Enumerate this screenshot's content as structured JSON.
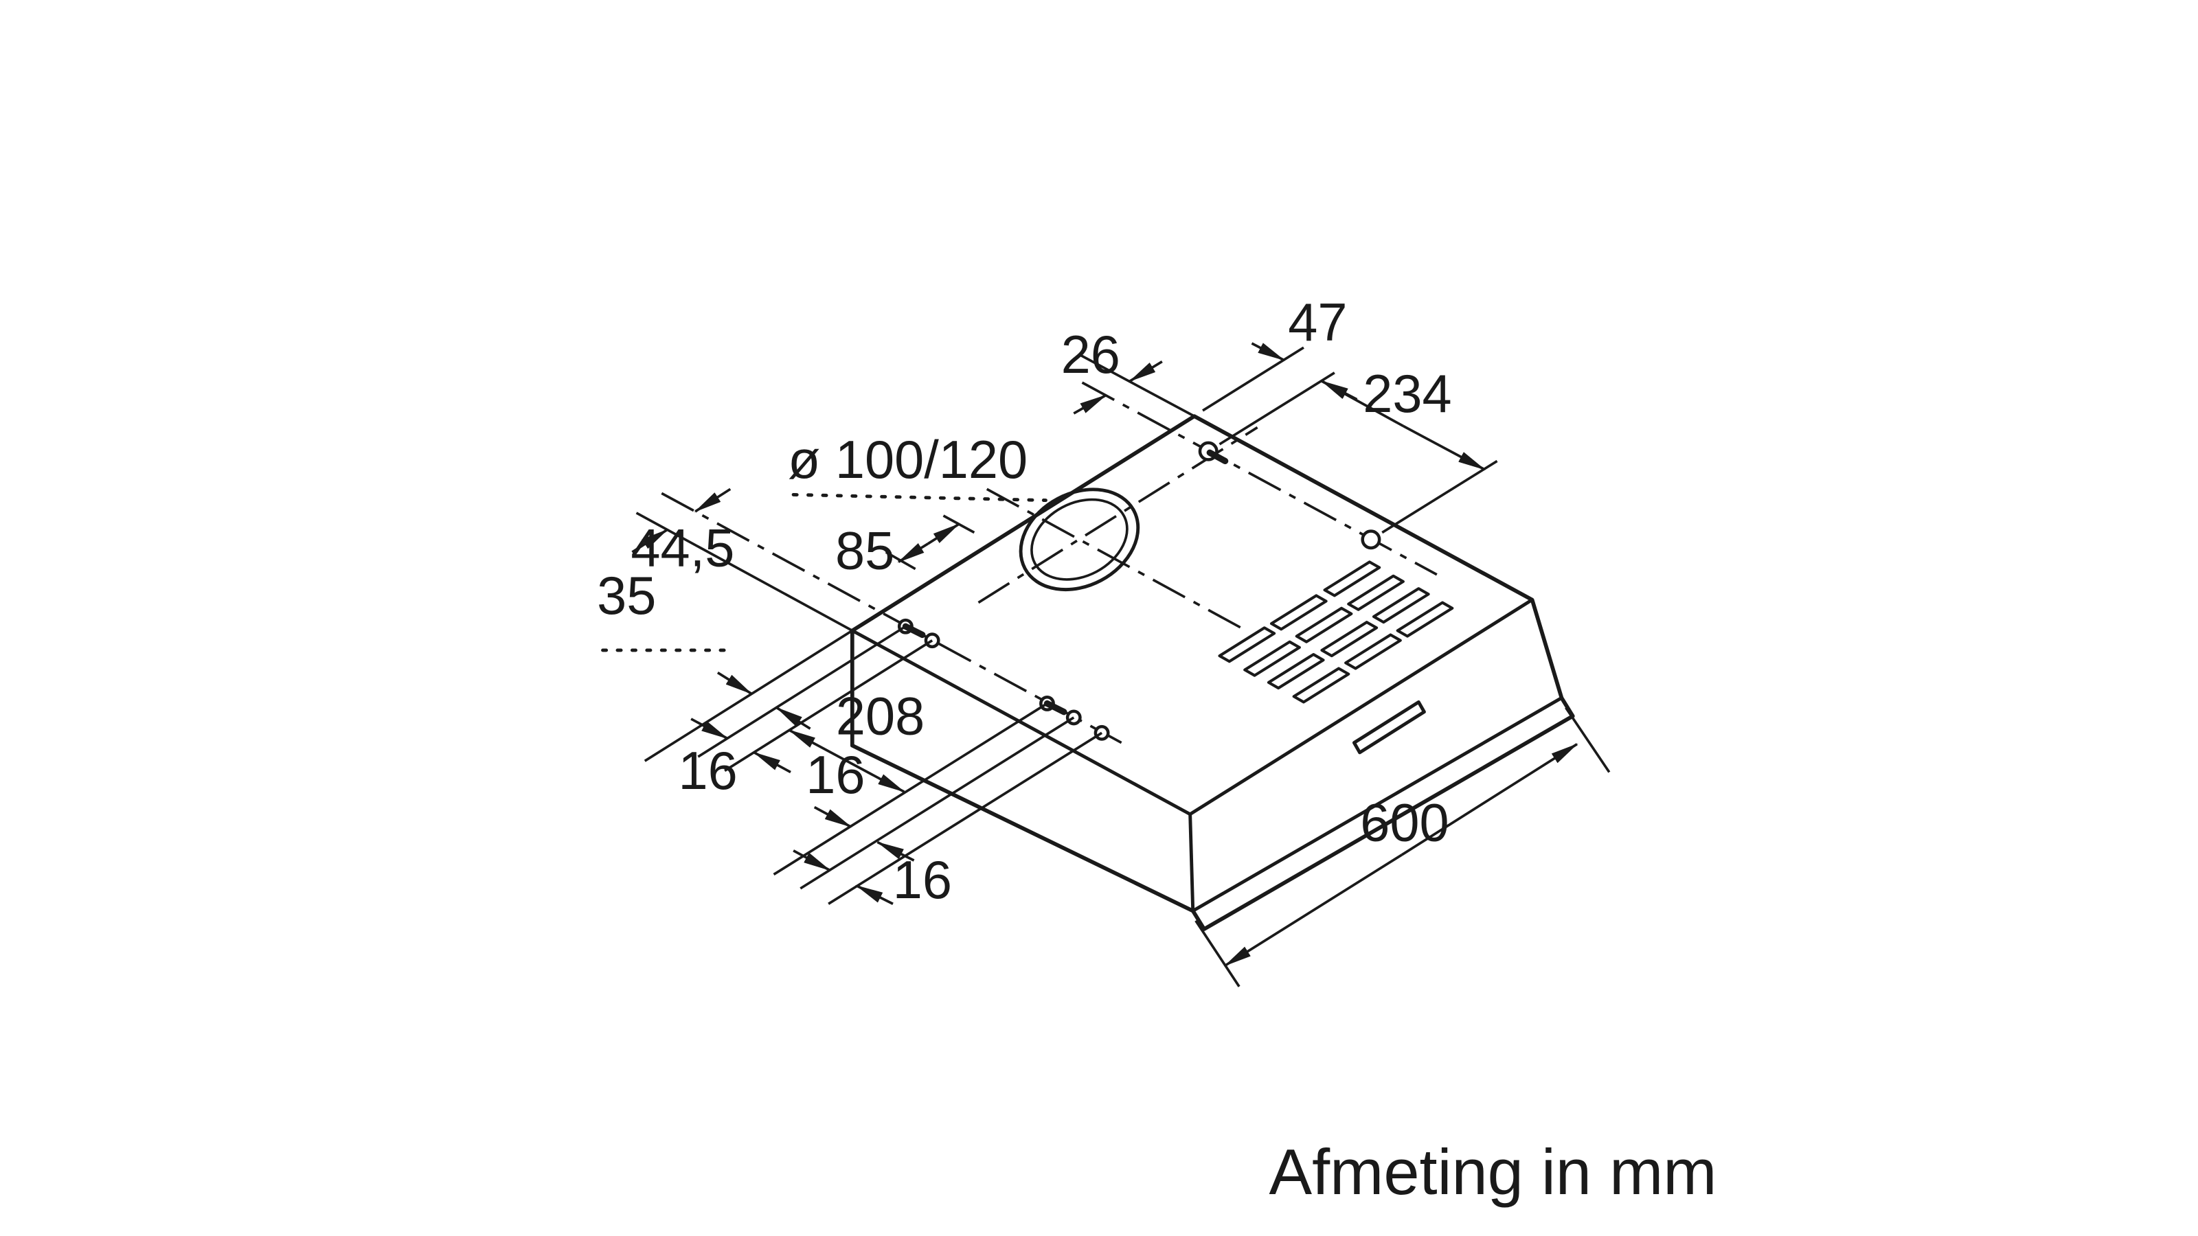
{
  "drawing": {
    "caption": "Afmeting in mm",
    "dims": {
      "d26": "26",
      "d47": "47",
      "d234": "234",
      "diameter": "ø 100/120",
      "d44_5": "44,5",
      "d85": "85",
      "d35": "35",
      "d208": "208",
      "d16a": "16",
      "d16b": "16",
      "d16c": "16",
      "d600": "600"
    },
    "colors": {
      "line": "#1a1a1a",
      "background": "#ffffff"
    }
  }
}
